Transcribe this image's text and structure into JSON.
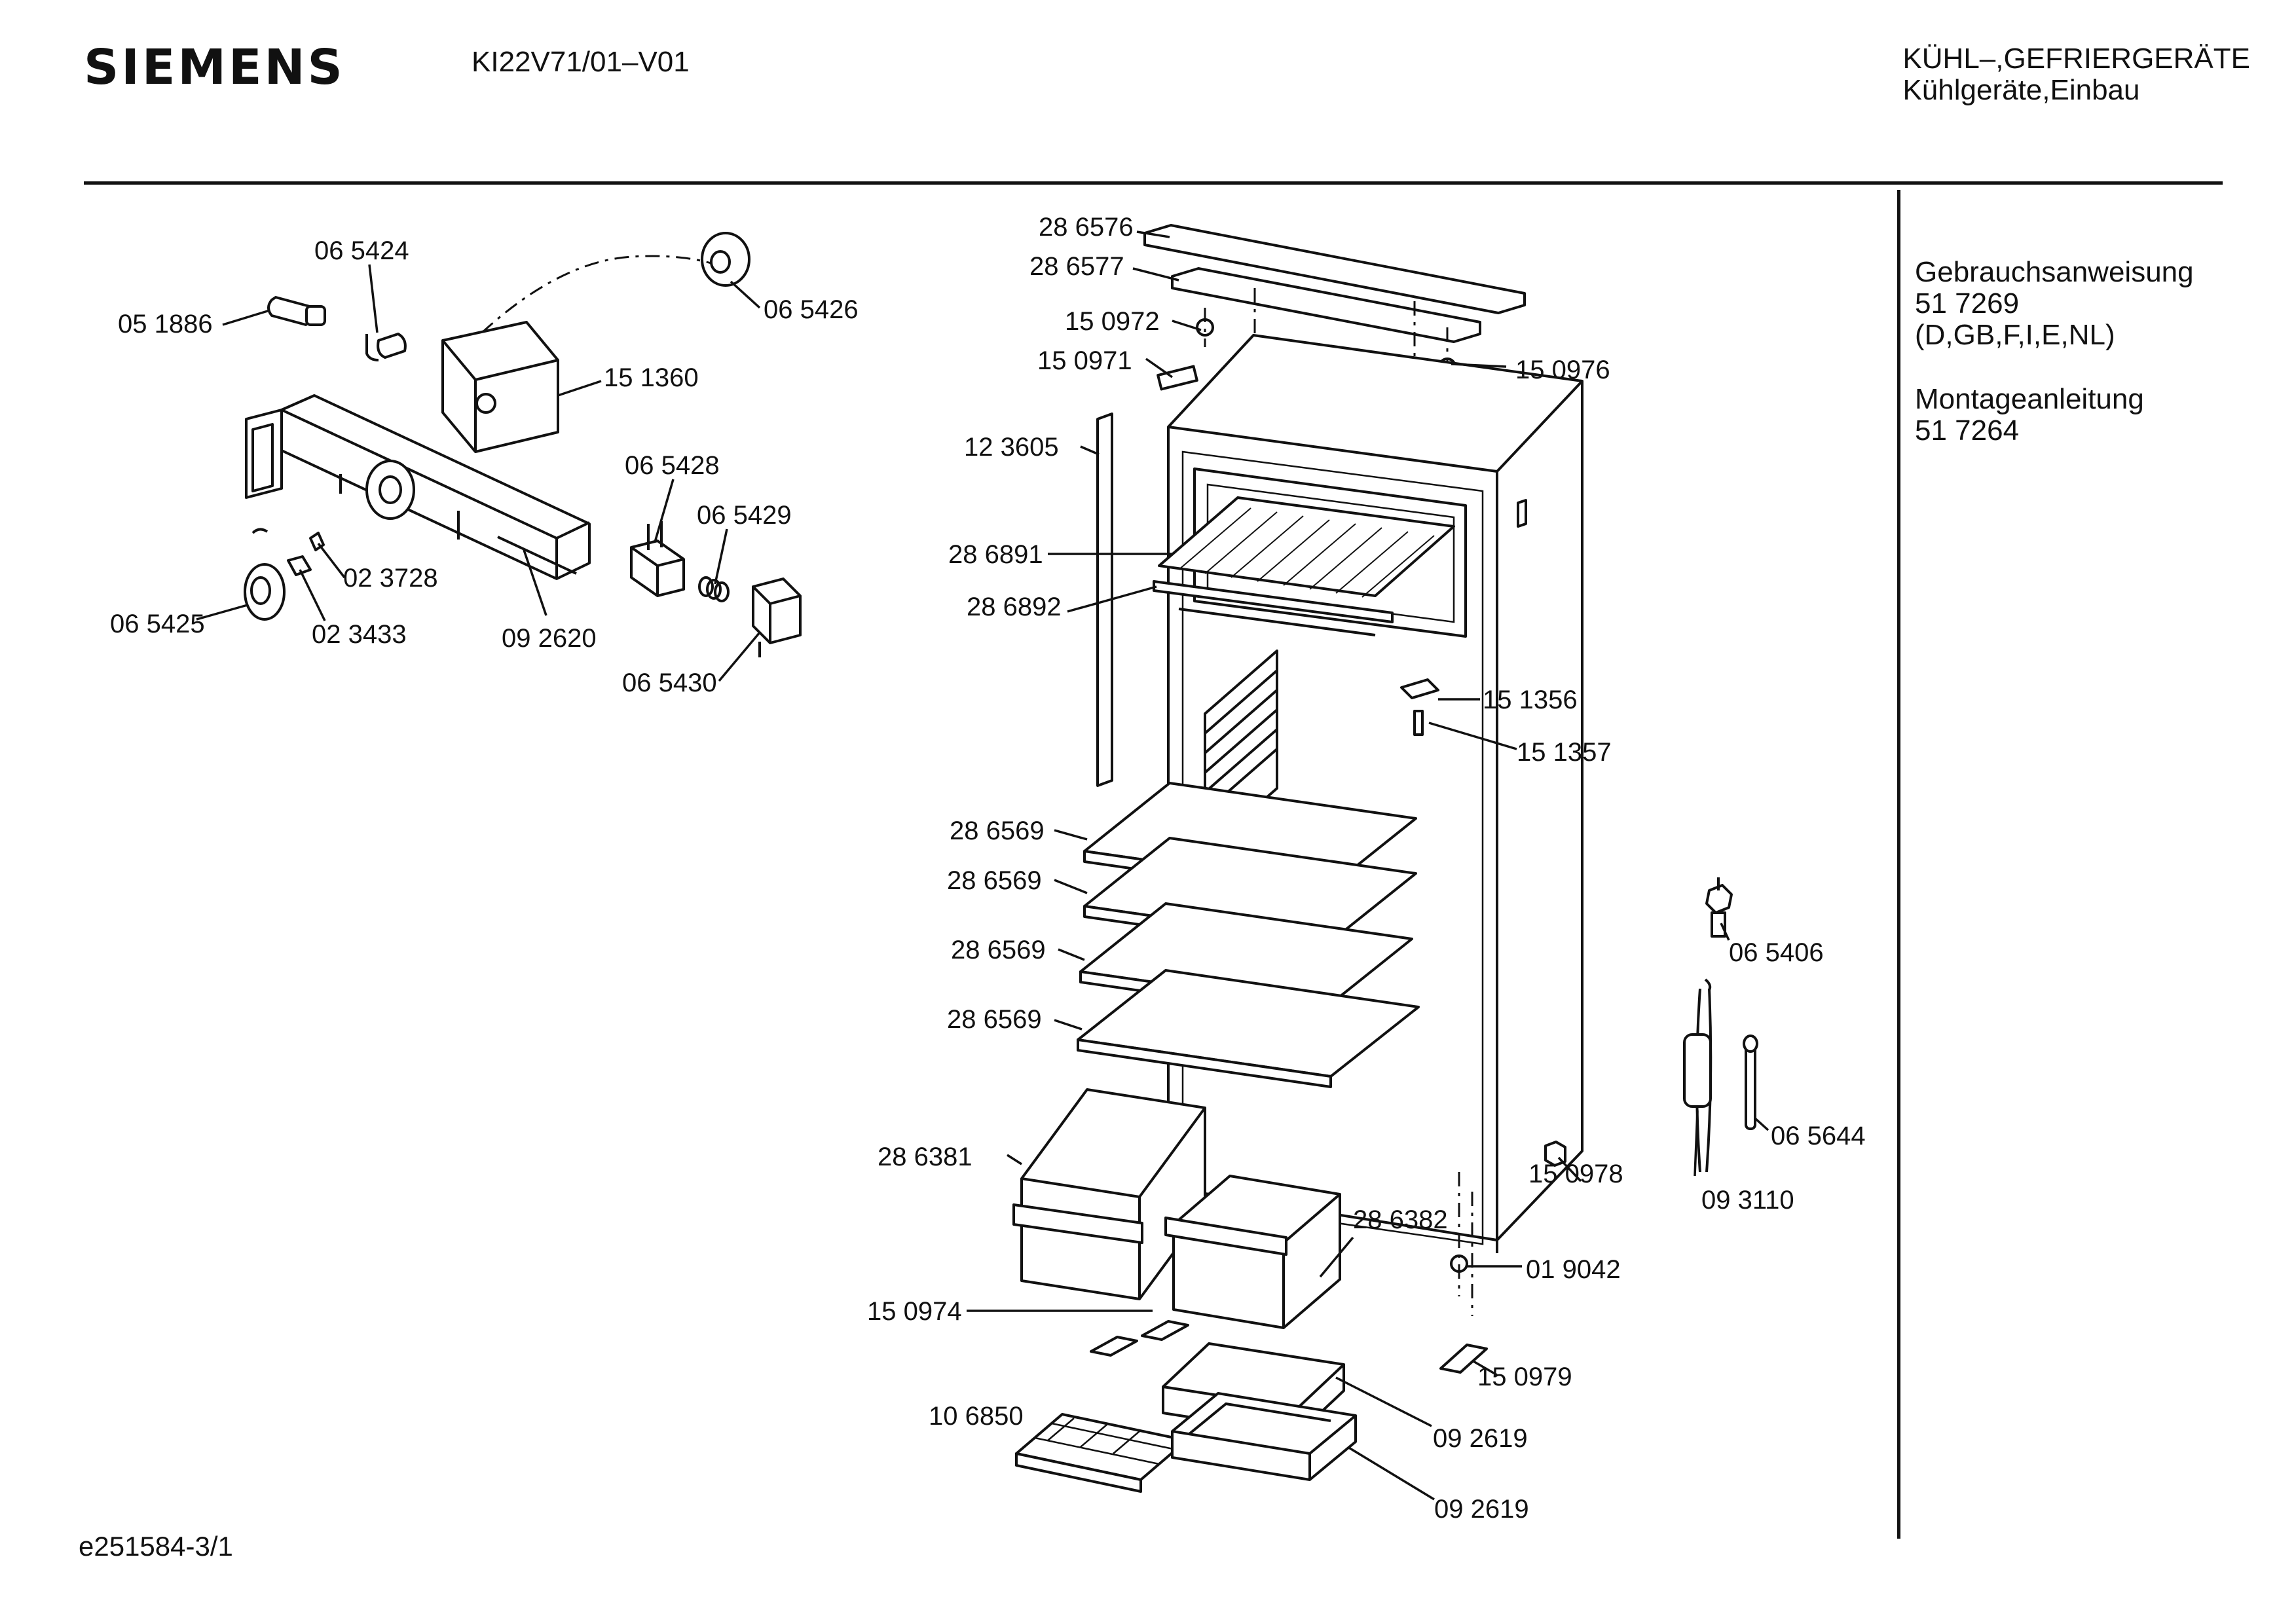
{
  "header": {
    "brand": "SIEMENS",
    "model": "KI22V71/01–V01",
    "category_line1": "KÜHL–,GEFRIERGERÄTE",
    "category_line2": "Kühlgeräte,Einbau"
  },
  "documents": {
    "manual_title": "Gebrauchsanweisung",
    "manual_number": "51 7269",
    "manual_languages": "(D,GB,F,I,E,NL)",
    "install_title": "Montageanleitung",
    "install_number": "51 7264"
  },
  "footer": {
    "drawing_id": "e251584-3/1"
  },
  "parts": [
    "06 5424",
    "05 1886",
    "06 5426",
    "15 1360",
    "06 5428",
    "06 5429",
    "02 3728",
    "06 5425",
    "02 3433",
    "09 2620",
    "06 5430",
    "28 6576",
    "28 6577",
    "15 0972",
    "15 0971",
    "15 0976",
    "12 3605",
    "28 6891",
    "28 6892",
    "15 1356",
    "15 1357",
    "28 6569",
    "28 6569",
    "28 6569",
    "28 6569",
    "06 5406",
    "06 5644",
    "15 0978",
    "09 3110",
    "28 6381",
    "28 6382",
    "01 9042",
    "15 0974",
    "15 0979",
    "10 6850",
    "09 2619",
    "09 2619"
  ]
}
